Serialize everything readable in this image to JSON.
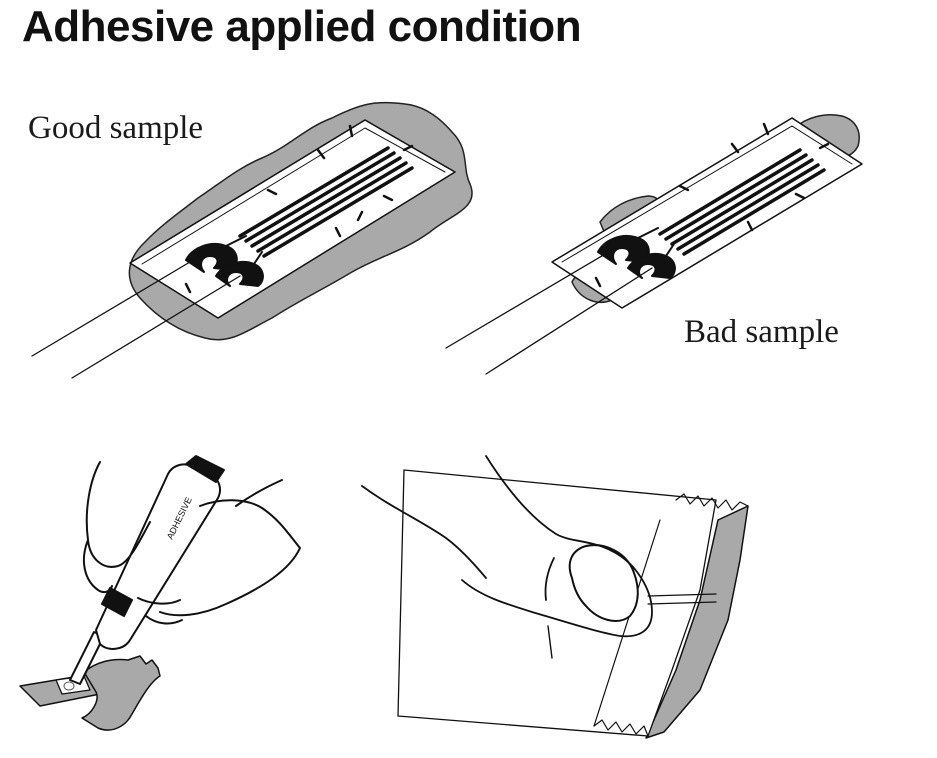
{
  "title": "Adhesive applied condition",
  "labels": {
    "good_sample": "Good sample",
    "bad_sample": "Bad sample"
  },
  "tube_text": "ADHESIVE",
  "colors": {
    "adhesive_gray": "#a9a9a9",
    "ink": "#111111",
    "background": "#ffffff"
  }
}
